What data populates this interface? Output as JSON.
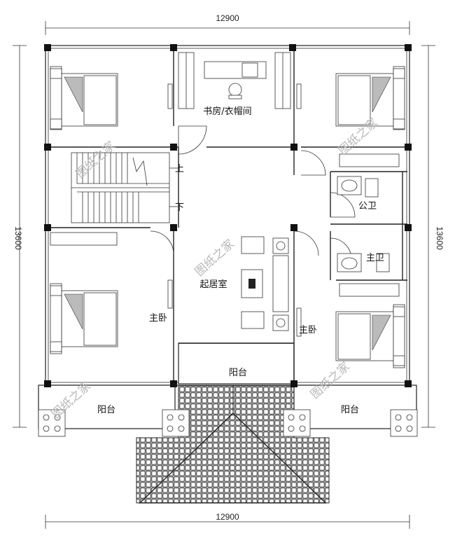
{
  "dimensions": {
    "top_width": "12900",
    "bottom_width": "12900",
    "left_height": "13600",
    "right_height": "13600"
  },
  "rooms": {
    "study": "书房/衣帽间",
    "living": "起居室",
    "public_bath": "公卫",
    "master_bath": "主卫",
    "master_bedroom_left": "主卧",
    "master_bedroom_right": "主卧",
    "balcony_center": "阳台",
    "balcony_left": "阳台",
    "balcony_right": "阳台"
  },
  "stairs": {
    "up": "上",
    "down": "下"
  },
  "watermark": "图纸之家"
}
